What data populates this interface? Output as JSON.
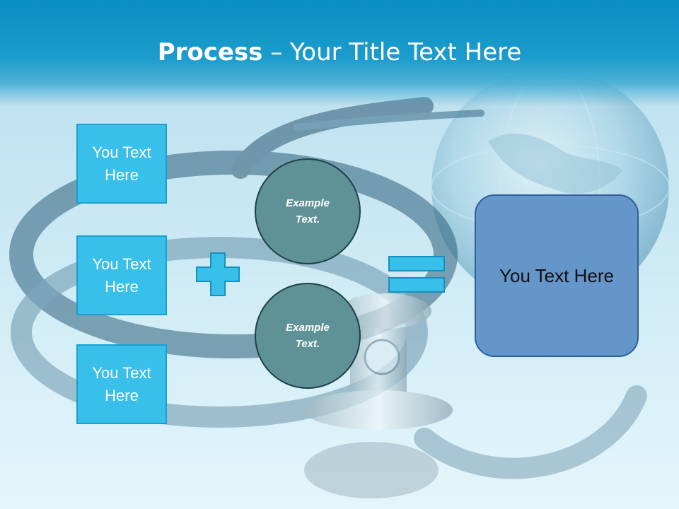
{
  "slide": {
    "title_bold": "Process",
    "title_rest": " – Your Title Text Here",
    "left_boxes": [
      {
        "label": "You Text Here"
      },
      {
        "label": "You Text Here"
      },
      {
        "label": "You Text Here"
      }
    ],
    "circles": [
      {
        "label": "Example Text."
      },
      {
        "label": "Example Text."
      }
    ],
    "result_label": "You Text Here"
  },
  "icons": {
    "operator_1": "plus-icon",
    "operator_2": "equals-icon",
    "background_image": "stethoscope-and-globe-photo"
  },
  "colors": {
    "header": "#0a8fc1",
    "box_fill": "#38bfea",
    "box_border": "#1aa0cf",
    "circle_fill": "#5e9296",
    "circle_border": "#1f3f48",
    "result_fill": "#6496c9",
    "result_border": "#2e5f9a"
  }
}
